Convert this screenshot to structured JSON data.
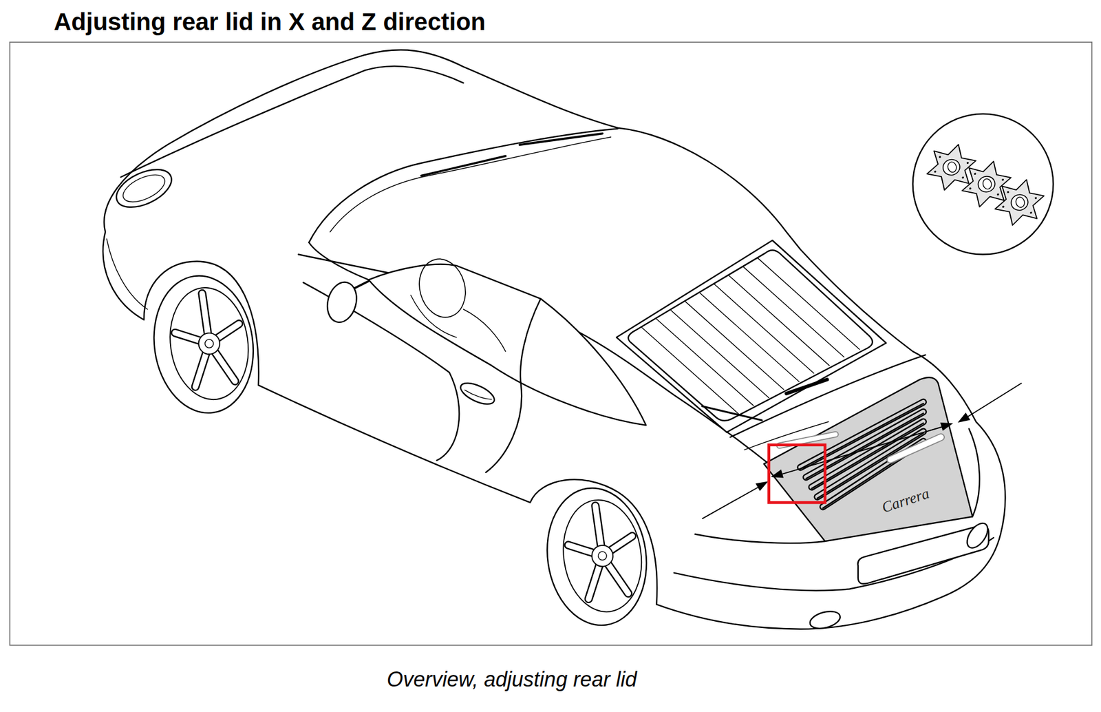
{
  "diagram": {
    "title": "Adjusting rear lid in X and Z direction",
    "caption": "Overview, adjusting rear lid",
    "labels": [
      "Carrera"
    ]
  }
}
